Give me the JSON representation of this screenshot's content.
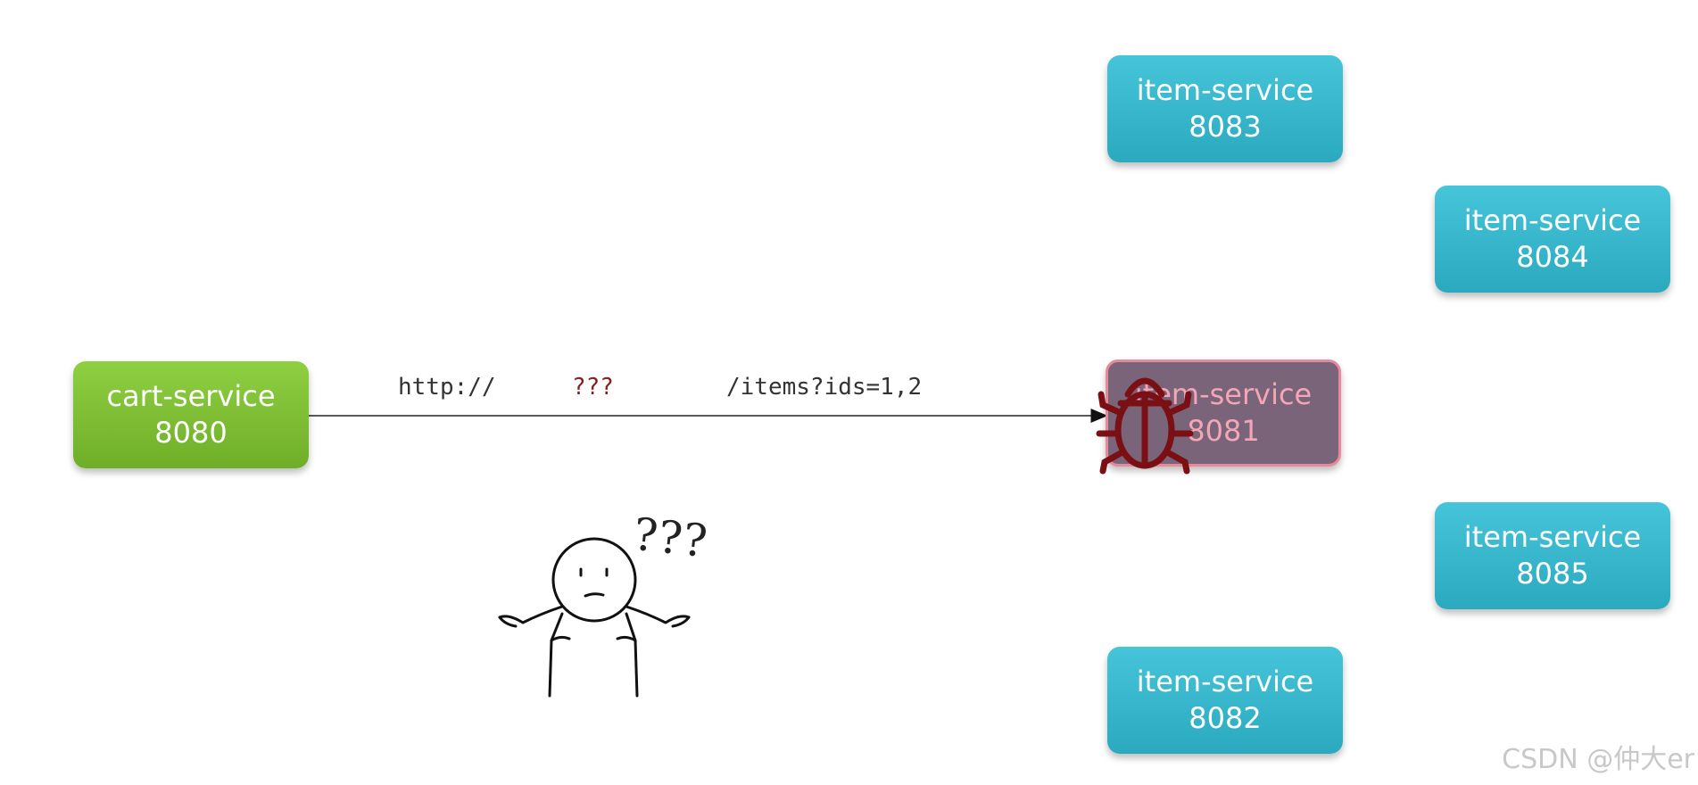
{
  "nodes": {
    "cart": {
      "name": "cart-service",
      "port": "8080"
    },
    "item_8083": {
      "name": "item-service",
      "port": "8083"
    },
    "item_8084": {
      "name": "item-service",
      "port": "8084"
    },
    "item_8081": {
      "name": "item-service",
      "port": "8081"
    },
    "item_8085": {
      "name": "item-service",
      "port": "8085"
    },
    "item_8082": {
      "name": "item-service",
      "port": "8082"
    }
  },
  "request": {
    "scheme": "http://",
    "host": "???",
    "path": "/items?ids=1,2"
  },
  "confused_person": {
    "thought": "???"
  },
  "watermark": "CSDN @仲大er",
  "colors": {
    "item_service": "#34b6cc",
    "cart_service": "#7dbf34",
    "broken_node": "#7a6479",
    "bug": "#7a0f14",
    "unknown_host": "#8a1e1e"
  },
  "icons": {
    "bug": "bug-icon",
    "person": "confused-person-icon"
  }
}
